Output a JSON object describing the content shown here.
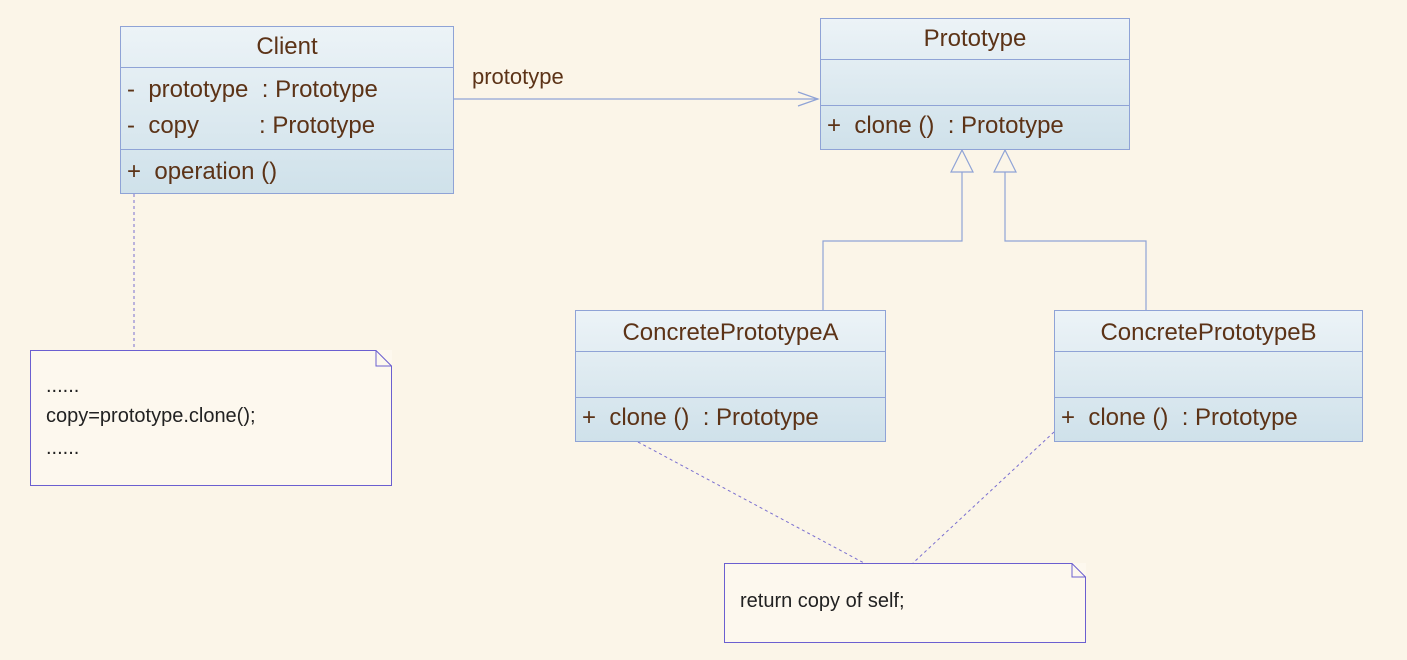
{
  "classes": {
    "client": {
      "name": "Client",
      "attributes": [
        "-  prototype  : Prototype",
        "-  copy         : Prototype"
      ],
      "operations": [
        "+  operation ()"
      ]
    },
    "prototype": {
      "name": "Prototype",
      "operations": [
        "+  clone ()  : Prototype"
      ]
    },
    "concrete_a": {
      "name": "ConcretePrototypeA",
      "operations": [
        "+  clone ()  : Prototype"
      ]
    },
    "concrete_b": {
      "name": "ConcretePrototypeB",
      "operations": [
        "+  clone ()  : Prototype"
      ]
    }
  },
  "association_label": "prototype",
  "notes": {
    "client_note": [
      "......",
      "copy=prototype.clone();",
      "......"
    ],
    "concrete_note": [
      "return copy of self;"
    ]
  },
  "colors": {
    "background": "#fbf5e8",
    "border": "#8fa3d6",
    "text": "#5c3317"
  }
}
